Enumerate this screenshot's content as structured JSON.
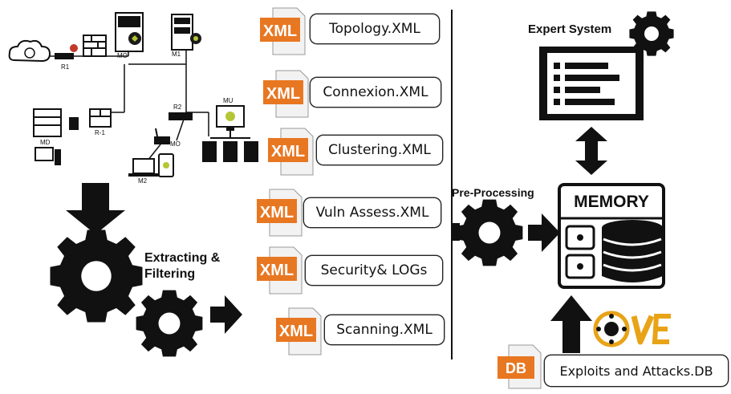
{
  "network": {
    "nodes": [
      "R1",
      "MO",
      "M1",
      "R-1",
      "MD",
      "R2",
      "MO",
      "M2",
      "MU"
    ]
  },
  "extract": {
    "label_line1": "Extracting &",
    "label_line2": "Filtering"
  },
  "files": [
    {
      "badge": "XML",
      "label": "Topology.XML"
    },
    {
      "badge": "XML",
      "label": "Connexion.XML"
    },
    {
      "badge": "XML",
      "label": "Clustering.XML"
    },
    {
      "badge": "XML",
      "label": "Vuln Assess.XML"
    },
    {
      "badge": "XML",
      "label": "Security& LOGs"
    },
    {
      "badge": "XML",
      "label": "Scanning.XML"
    }
  ],
  "preprocess": {
    "label": "Pre-Processing"
  },
  "expert": {
    "label": "Expert System"
  },
  "memory": {
    "label": "MEMORY"
  },
  "cve": {
    "label": "CVE"
  },
  "db": {
    "badge": "DB",
    "label": "Exploits and Attacks.DB"
  },
  "colors": {
    "accent": "#E87722",
    "line": "#111111"
  }
}
